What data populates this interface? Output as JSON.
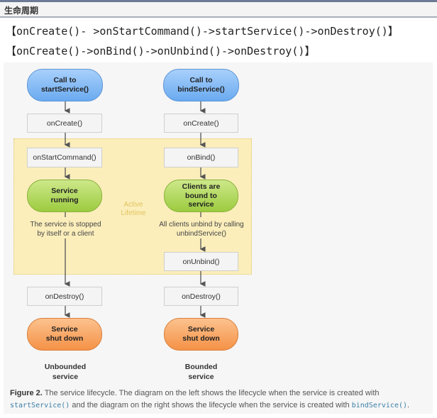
{
  "header": {
    "title": "生命周期"
  },
  "lines": [
    "【onCreate()- >onStartCommand()->startService()->onDestroy()】",
    "【onCreate()->onBind()->onUnbind()->onDestroy()】"
  ],
  "diagram": {
    "left": {
      "start": "Call to\nstartService()",
      "create": "onCreate()",
      "command": "onStartCommand()",
      "running": "Service\nrunning",
      "note": "The service is stopped\nby itself or a client",
      "destroy": "onDestroy()",
      "shutdown": "Service\nshut down",
      "label": "Unbounded\nservice"
    },
    "right": {
      "start": "Call to\nbindService()",
      "create": "onCreate()",
      "bind": "onBind()",
      "bound": "Clients are\nbound to\nservice",
      "note": "All clients unbind by calling\nunbindService()",
      "unbind": "onUnbind()",
      "destroy": "onDestroy()",
      "shutdown": "Service\nshut down",
      "label": "Bounded\nservice"
    },
    "active_lifetime": "Active\nLifetime"
  },
  "caption": {
    "figure": "Figure 2.",
    "text1": " The service lifecycle. The diagram on the left shows the lifecycle when the service is created with ",
    "code1": "startService()",
    "text2": " and the diagram on the right shows the lifecycle when the service is created with ",
    "code2": "bindService()",
    "text3": "."
  },
  "colors": {
    "blue": "#6aaaf0",
    "green": "#9ccb3f",
    "orange": "#f59247",
    "active": "#fbeebb"
  }
}
